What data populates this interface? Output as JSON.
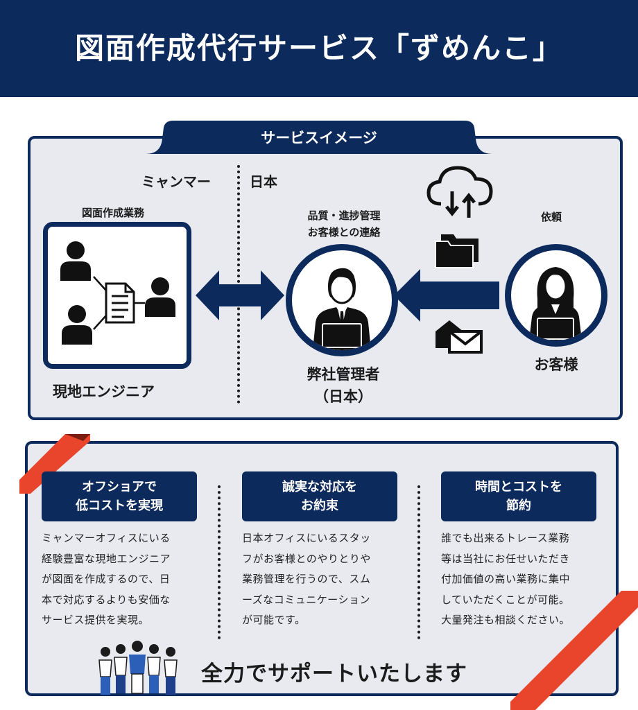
{
  "header": {
    "title": "図面作成代行サービス「ずめんこ」"
  },
  "image_section": {
    "tab_label": "サービスイメージ",
    "region_left": "ミャンマー",
    "region_right": "日本",
    "left_task": "図面作成業務",
    "left_caption": "現地エンジニア",
    "center_task_line1": "品質・進捗管理",
    "center_task_line2": "お客様との連絡",
    "center_caption_line1": "弊社管理者",
    "center_caption_line2": "（日本）",
    "right_task": "依頼",
    "right_caption": "お客様"
  },
  "features": [
    {
      "title_line1": "オフショアで",
      "title_line2": "低コストを実現",
      "lines": [
        "ミャンマーオフィスにいる",
        "経験豊富な現地エンジニア",
        "が図面を作成するので、日",
        "本で対応するよりも安価な",
        "サービス提供を実現。"
      ]
    },
    {
      "title_line1": "誠実な対応を",
      "title_line2": "お約束",
      "lines": [
        "日本オフィスにいるスタッ",
        "フがお客様とのやりとりや",
        "業務管理を行うので、スム",
        "ーズなコミュニケーション",
        "が可能です。"
      ]
    },
    {
      "title_line1": "時間とコストを",
      "title_line2": "節約",
      "lines": [
        "誰でも出来るトレース業務",
        "等は当社にお任せいただき",
        "付加価値の高い業務に集中",
        "していただくことが可能。",
        "大量発注も相談ください。"
      ]
    }
  ],
  "footer": {
    "tagline": "全力でサポートいたします"
  },
  "colors": {
    "navy": "#0d2a5c",
    "accent_red": "#e8452c",
    "panel_bg": "#e8eaef"
  },
  "icons": [
    "person-icon",
    "document-icon",
    "double-arrow-icon",
    "left-arrow-icon",
    "cloud-sync-icon",
    "folder-icon",
    "mail-icon",
    "team-icon"
  ]
}
